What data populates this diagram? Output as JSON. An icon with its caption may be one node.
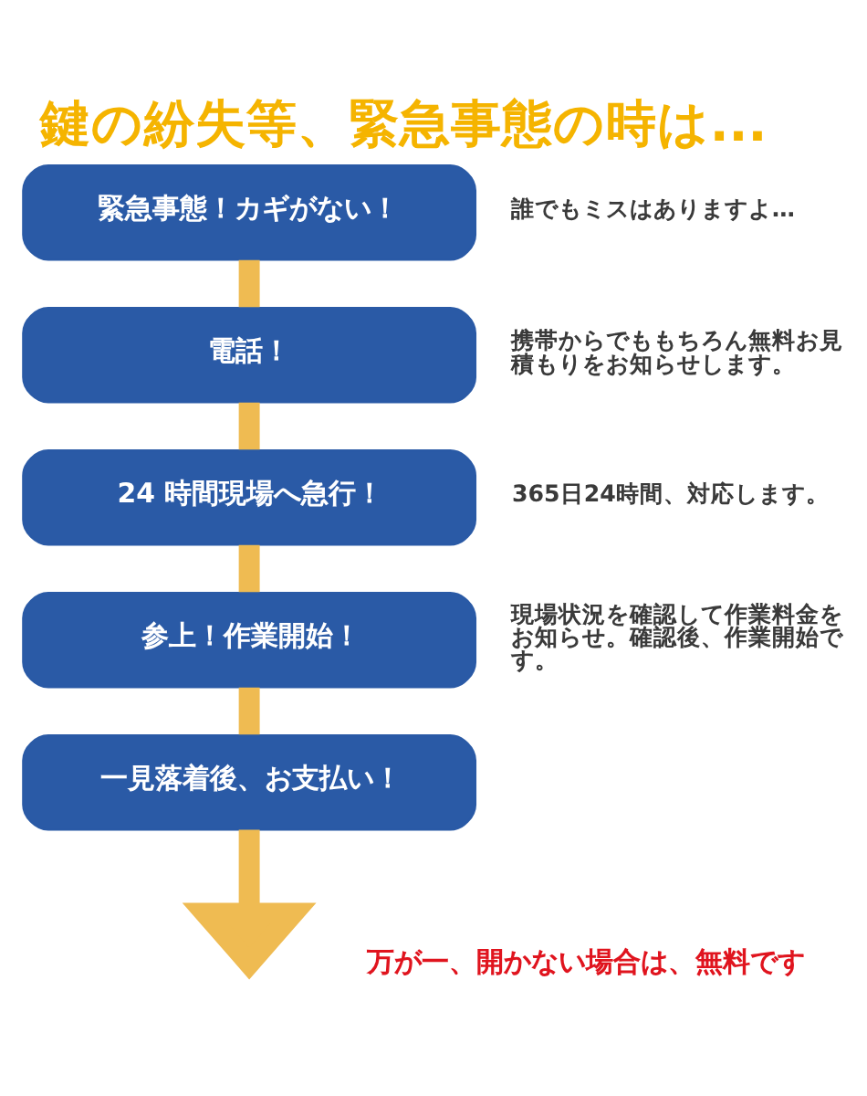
{
  "diagram": {
    "title": "鍵の紛失等、緊急事態の時は...",
    "nodes": [
      {
        "text": [
          "緊急事態！カギがない！"
        ],
        "beside": [
          "誰でもミスはありますよ…"
        ]
      },
      {
        "text": [
          "電話！"
        ],
        "beside": [
          "携帯からでももちろん無料お見積もりをお知らせします。"
        ]
      },
      {
        "text": [
          "24 時間現場へ急行！"
        ],
        "beside": [
          "365日24時間、対応します。"
        ]
      },
      {
        "text": [
          "参上！作業開始！"
        ],
        "beside": [
          "現場状況を確認して作業料金をお知らせ。確認後、作業開始です。"
        ]
      },
      {
        "text": [
          "一見落着後、お支払い！"
        ]
      }
    ],
    "edges": [
      {
        "from": 0,
        "to": 1,
        "arrow": "none"
      },
      {
        "from": 1,
        "to": 2,
        "arrow": "none"
      },
      {
        "from": 2,
        "to": 3,
        "arrow": "none"
      },
      {
        "from": 3,
        "to": 4,
        "arrow": "none"
      },
      {
        "from": 4,
        "to": null,
        "arrow": "to"
      }
    ],
    "labels": [
      "万が一、開かない場合は、無料です"
    ]
  }
}
